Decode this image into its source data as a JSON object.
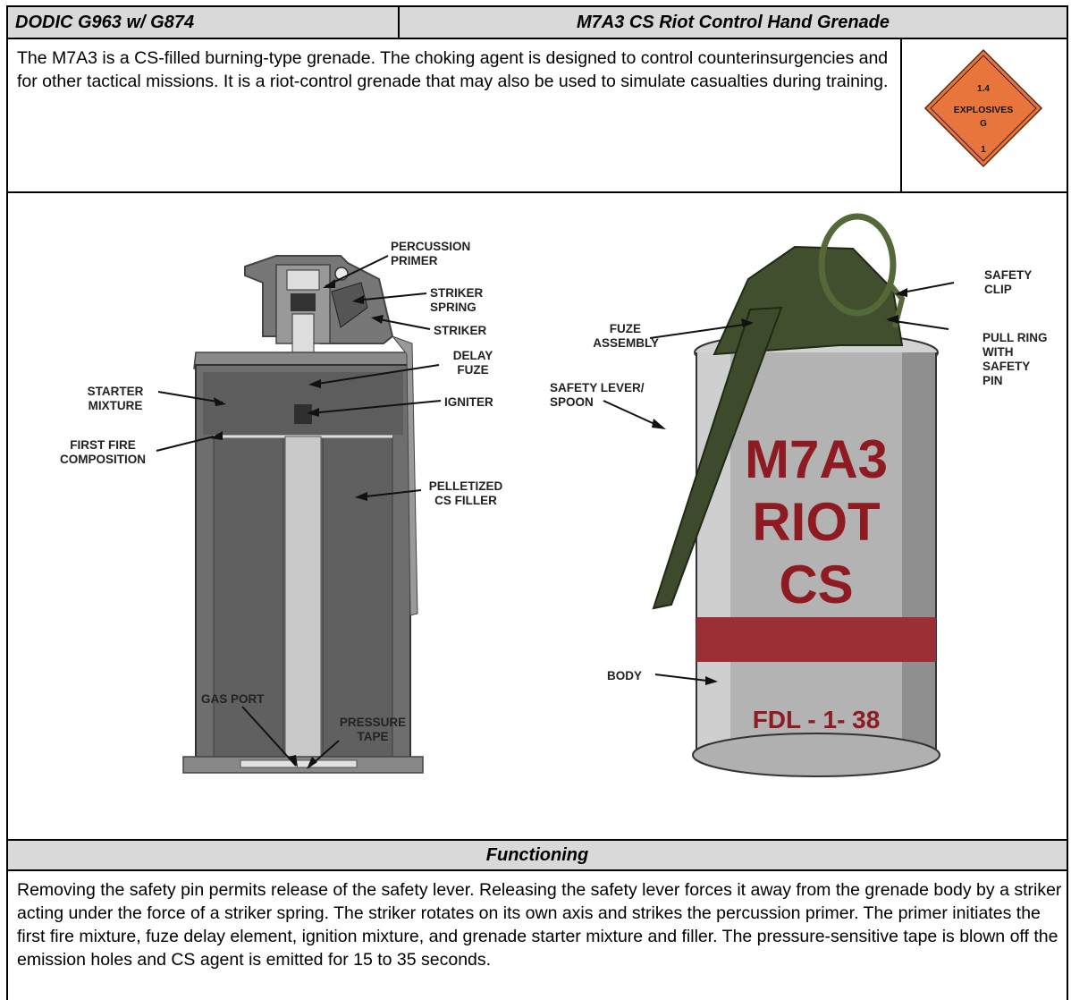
{
  "header": {
    "dodic": "DODIC G963 w/ G874",
    "title": "M7A3 CS Riot Control Hand Grenade"
  },
  "description": "The M7A3 is a CS-filled burning-type grenade. The choking agent is designed to control counterinsurgencies and for other tactical missions. It is a riot-control grenade that may also be used to simulate casualties during training.",
  "hazard_placard": {
    "division": "1.4",
    "label": "EXPLOSIVES",
    "group": "G",
    "class": "1",
    "color": "#e8763c"
  },
  "cutaway_labels": {
    "percussion_primer": [
      "PERCUSSION",
      "PRIMER"
    ],
    "striker_spring": [
      "STRIKER",
      "SPRING"
    ],
    "striker": "STRIKER",
    "delay_fuze": [
      "DELAY",
      "FUZE"
    ],
    "igniter": "IGNITER",
    "starter_mixture": [
      "STARTER",
      "MIXTURE"
    ],
    "first_fire": [
      "FIRST FIRE",
      "COMPOSITION"
    ],
    "pelletized": [
      "PELLETIZED",
      "CS FILLER"
    ],
    "gas_port": "GAS PORT",
    "pressure_tape": [
      "PRESSURE",
      "TAPE"
    ]
  },
  "exterior_labels": {
    "safety_clip": [
      "SAFETY",
      "CLIP"
    ],
    "pull_ring": [
      "PULL RING",
      "WITH",
      "SAFETY",
      "PIN"
    ],
    "fuze_assembly": [
      "FUZE",
      "ASSEMBLY"
    ],
    "safety_lever": [
      "SAFETY LEVER/",
      "SPOON"
    ],
    "body": "BODY"
  },
  "grenade_markings": {
    "line1": "M7A3",
    "line2": "RIOT",
    "line3": "CS",
    "lot": "FDL - 1- 38",
    "marking_color": "#8e1b22",
    "body_color": "#b3b3b3",
    "fuze_color": "#414f2e"
  },
  "functioning": {
    "heading": "Functioning",
    "text": "Removing the safety pin permits release of the safety lever. Releasing the safety lever forces it away from the grenade body by a striker acting under the force of a striker spring. The striker rotates on its own axis and strikes the percussion primer. The primer initiates the first fire mixture, fuze delay element, ignition mixture, and grenade starter mixture and filler. The pressure-sensitive tape is blown off the emission holes and CS agent is emitted for 15 to 35 seconds."
  }
}
